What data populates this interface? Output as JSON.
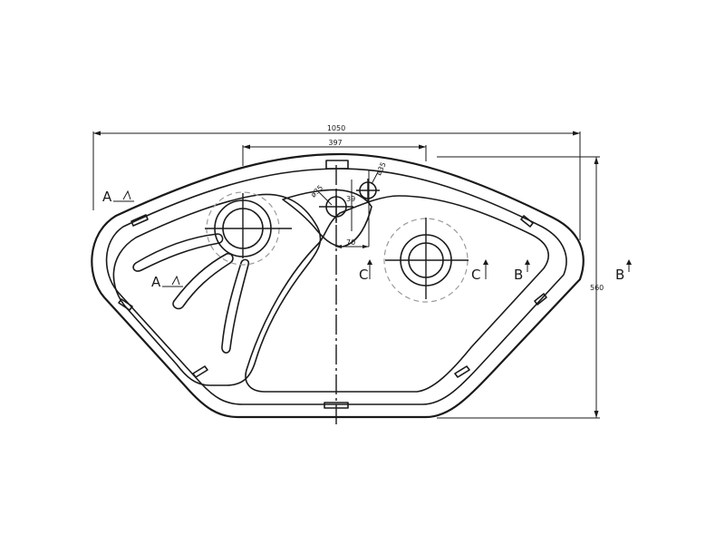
{
  "drawing": {
    "colors": {
      "line": "#1a1a1a",
      "hidden_line": "#9a9a9a",
      "background": "#ffffff"
    },
    "dimensions": {
      "overall_width": "1050",
      "bowl_offset": "397",
      "overall_depth": "560",
      "tap_hole_1": "ø35",
      "tap_hole_2": "ø35",
      "tap_hole_spacing": "39",
      "offset_70": "70"
    },
    "section_marks": {
      "a_upper": "A",
      "a_lower": "A",
      "c_left": "C",
      "c_right": "C",
      "b_inner": "B",
      "b_outer": "B"
    }
  }
}
